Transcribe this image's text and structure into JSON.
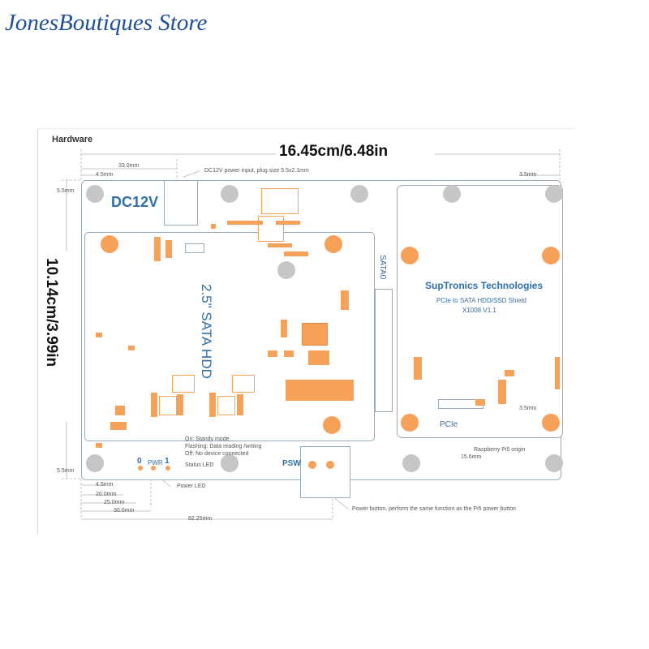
{
  "store_name": "JonesBoutiques Store",
  "diagram": {
    "section_title": "Hardware",
    "width_dim": "16.45cm/6.48in",
    "height_dim": "10.14cm/3.99in",
    "board_labels": {
      "dc12v": "DC12V",
      "sata_hdd": "2.5\" SATA HDD",
      "sata0": "SATA0",
      "brand": "SupTronics Technologies",
      "subtitle": "PCIe to SATA HDD/SSD Shield",
      "model": "X1008 V1.1",
      "pcie": "PCIe",
      "psw": "PSW",
      "led_0": "0",
      "led_pwr": "PWR",
      "led_1": "1"
    },
    "measurements": {
      "m33": "33.0mm",
      "m45_top": "4.5mm",
      "m55_top": "5.5mm",
      "m35_top": "3.5mm",
      "m35_right": "3.5mm",
      "m156": "15.6mm",
      "m55_bottom": "5.5mm",
      "m45_bottom": "4.5mm",
      "m20": "20.0mm",
      "m25": "25.0mm",
      "m30": "30.0mm",
      "m8225": "82.25mm"
    },
    "annotations": {
      "dc_input": "DC12V power input, plug size 5.5x2.1mm",
      "status_on": "On: Standy mode",
      "status_flash": "Flashing: Data reading /writing",
      "status_off": "Off: No device connected",
      "status_led": "Status LED",
      "power_led": "Power LED",
      "pi5_origin": "Raspberry Pi5 origin",
      "power_button": "Power button, perform the same function as the Pi5 power button"
    }
  }
}
